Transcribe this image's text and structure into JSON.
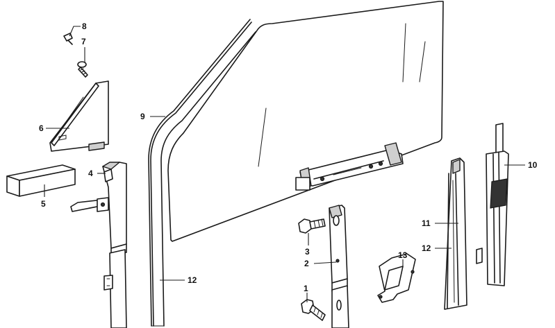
{
  "diagram": {
    "callouts": [
      {
        "id": "c1",
        "label": "1"
      },
      {
        "id": "c2",
        "label": "2"
      },
      {
        "id": "c3",
        "label": "3"
      },
      {
        "id": "c4",
        "label": "4"
      },
      {
        "id": "c5",
        "label": "5"
      },
      {
        "id": "c6",
        "label": "6"
      },
      {
        "id": "c7",
        "label": "7"
      },
      {
        "id": "c8",
        "label": "8"
      },
      {
        "id": "c9",
        "label": "9"
      },
      {
        "id": "c10",
        "label": "10"
      },
      {
        "id": "c11",
        "label": "11"
      },
      {
        "id": "c12a",
        "label": "12"
      },
      {
        "id": "c12b",
        "label": "12"
      },
      {
        "id": "c13",
        "label": "13"
      }
    ]
  }
}
